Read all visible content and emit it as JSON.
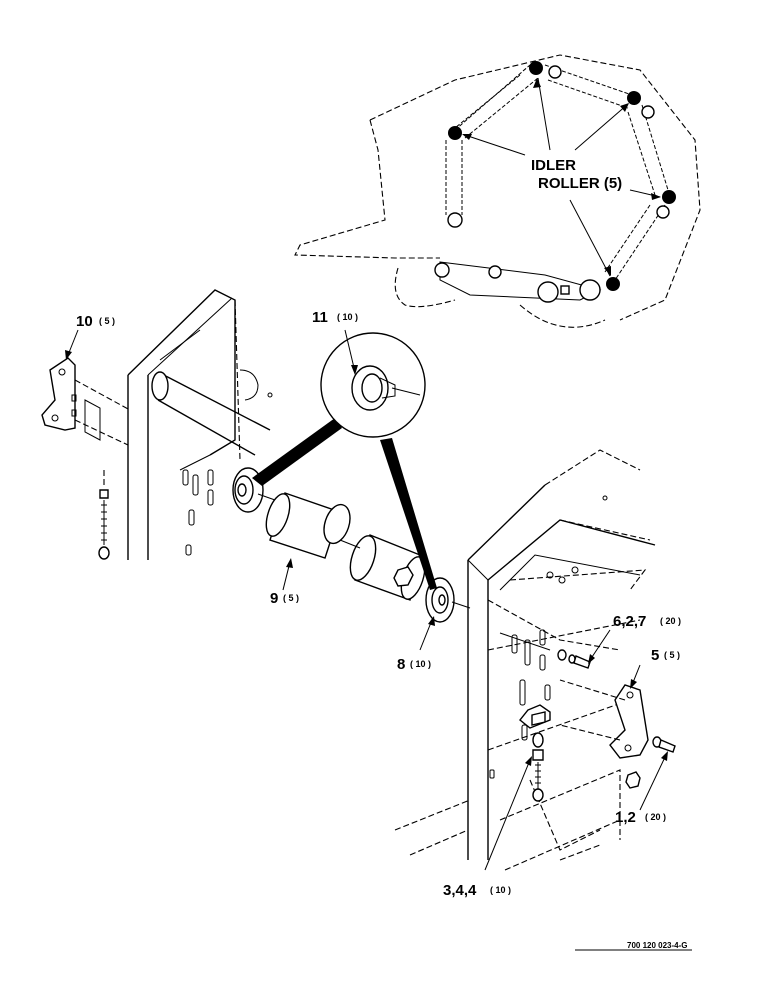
{
  "labels": {
    "idler_line1": "IDLER",
    "idler_line2": "ROLLER (5)",
    "p11": "11",
    "p11_qty": "( 10 )",
    "p10": "10",
    "p10_qty": "( 5 )",
    "p9": "9",
    "p9_qty": "( 5 )",
    "p8": "8",
    "p8_qty": "( 10 )",
    "p627": "6,2,7",
    "p627_qty": "( 20 )",
    "p5": "5",
    "p5_qty": "( 5 )",
    "p12": "1,2",
    "p12_qty": "( 20 )",
    "p344": "3,4,4",
    "p344_qty": "( 10 )"
  },
  "footer": {
    "drawing_number": "700 120 023-4-G"
  },
  "colors": {
    "ink": "#000000",
    "paper": "#ffffff"
  }
}
